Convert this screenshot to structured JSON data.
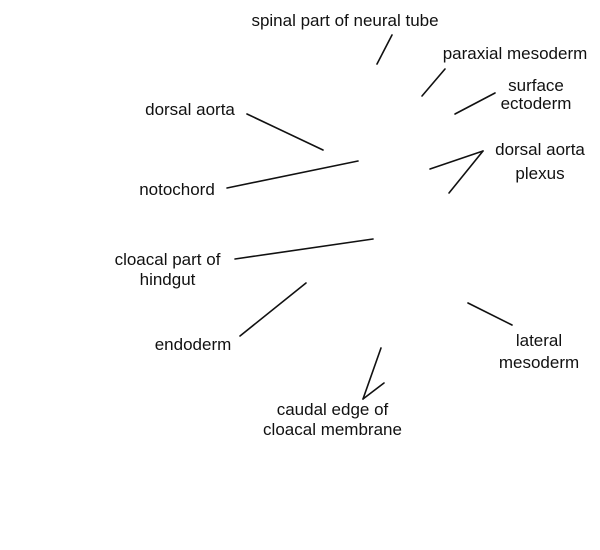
{
  "labels": {
    "spinal_part_of_neural_tube": [
      "spinal part of neural tube"
    ],
    "paraxial_mesoderm": [
      "paraxial mesoderm"
    ],
    "surface_ectoderm": [
      "surface",
      "ectoderm"
    ],
    "dorsal_aorta": [
      "dorsal aorta"
    ],
    "dorsal_aorta_plexus": [
      "dorsal aorta",
      "plexus"
    ],
    "notochord": [
      "notochord"
    ],
    "cloacal_part_of_hindgut": [
      "cloacal part of",
      "hindgut"
    ],
    "endoderm": [
      "endoderm"
    ],
    "lateral_mesoderm": [
      "lateral",
      "mesoderm"
    ],
    "caudal_edge_of_cloacal_membrane": [
      "caudal edge of",
      "cloacal membrane"
    ]
  },
  "colors": {
    "line": "#111111",
    "text": "#111111",
    "background": "#ffffff"
  }
}
